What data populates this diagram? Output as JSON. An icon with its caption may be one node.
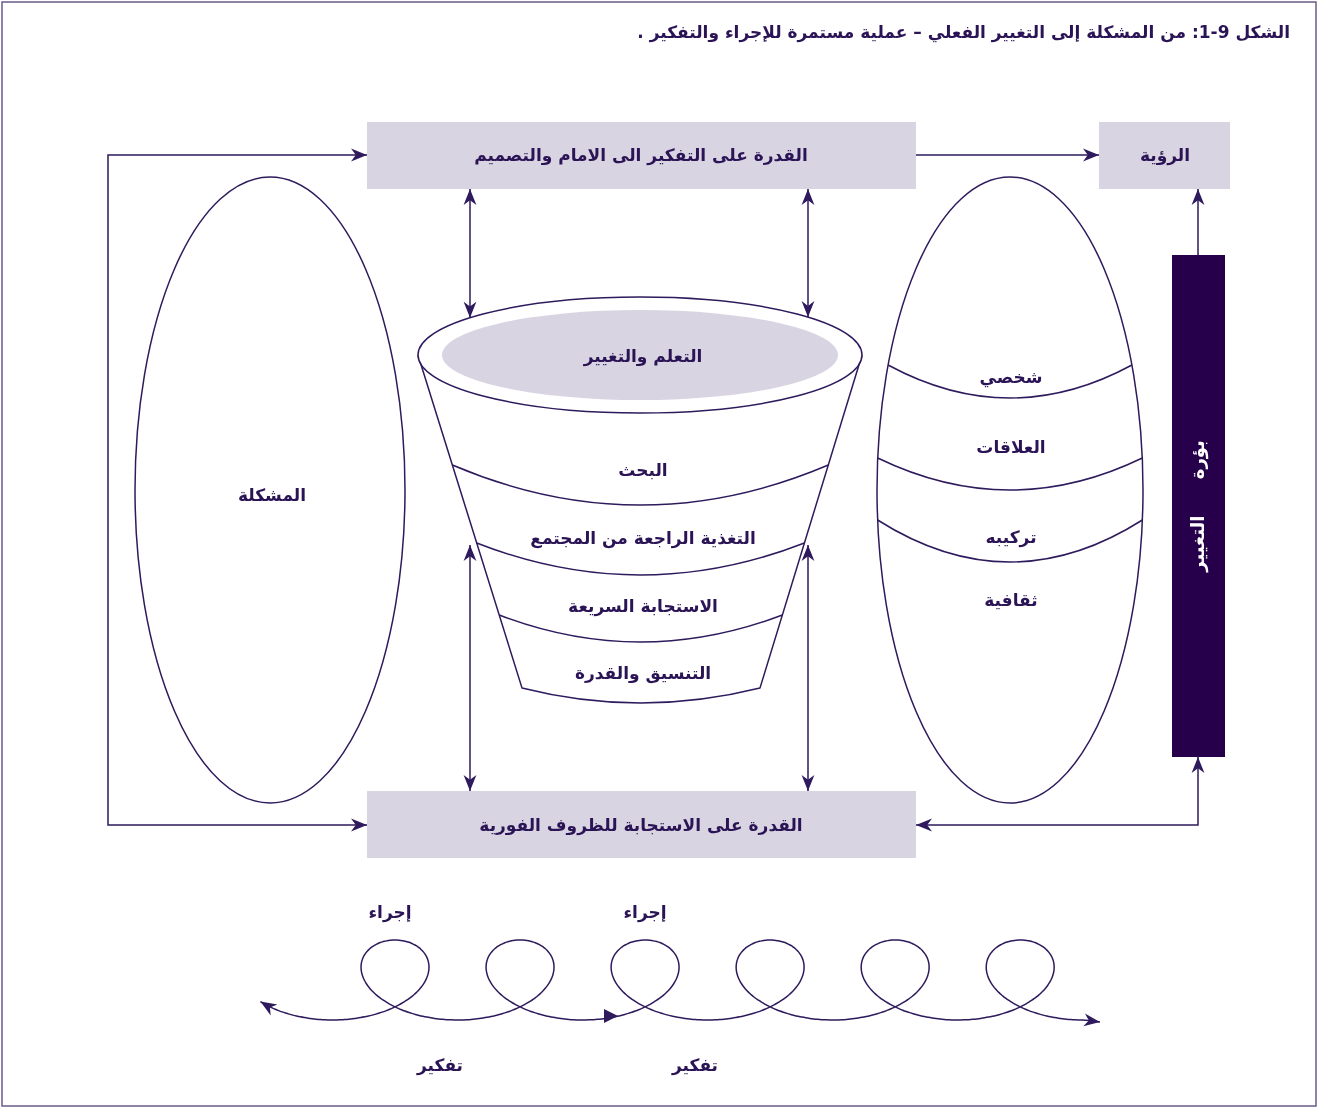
{
  "diagram": {
    "title": "الشكل 9-1: من المشكلة إلى التغيير الفعلي – عملية مستمرة للإجراء والتفكير .",
    "nodes": [
      {
        "text": [
          "القدرة على التفكير الى الامام والتصميم"
        ]
      },
      {
        "text": [
          "الرؤية"
        ]
      },
      {
        "text": [
          "المشكلة"
        ]
      },
      {
        "text": [
          "التعلم والتغيير",
          "البحث",
          "التغذية الراجعة من المجتمع",
          "الاستجابة السريعة",
          "التنسيق والقدرة"
        ]
      },
      {
        "text": [
          "شخصي",
          "العلاقات",
          "تركيبه",
          "ثقافية"
        ]
      },
      {
        "text": [
          "بؤرة التغيير"
        ]
      },
      {
        "text": [
          "القدرة على الاستجابة للظروف الفورية"
        ]
      }
    ],
    "edges": [
      {
        "from": 0,
        "to": 1,
        "arrow": "to"
      },
      {
        "from": 0,
        "to": 6,
        "arrow": "both"
      },
      {
        "from": 0,
        "to": 3,
        "arrow": "both"
      },
      {
        "from": 0,
        "to": 3,
        "arrow": "both"
      },
      {
        "from": 3,
        "to": 6,
        "arrow": "both"
      },
      {
        "from": 3,
        "to": 6,
        "arrow": "both"
      },
      {
        "from": 5,
        "to": 1,
        "arrow": "to"
      },
      {
        "from": 6,
        "to": 5,
        "arrow": "both"
      }
    ],
    "labels": [
      "إجراء",
      "إجراء",
      "تفكير",
      "تفكير"
    ]
  }
}
